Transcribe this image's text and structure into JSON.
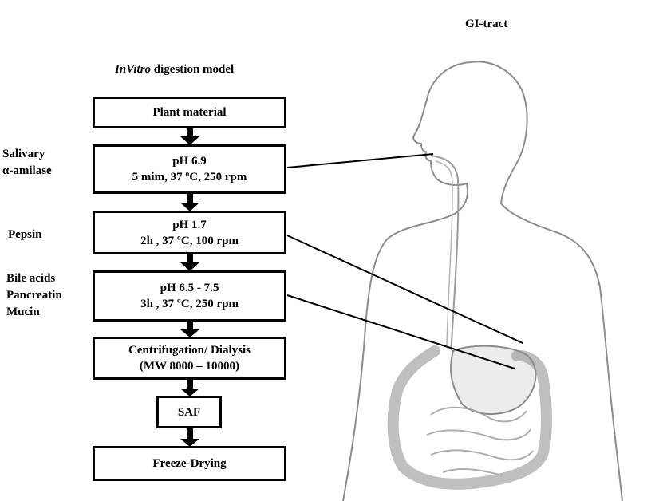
{
  "gi_label": "GI-tract",
  "model_title": {
    "italic": "InVitro",
    "rest": " digestion model"
  },
  "steps": [
    {
      "lines": [
        "Plant material"
      ]
    },
    {
      "lines": [
        "pH 6.9",
        "5 mim, 37 ºC, 250 rpm"
      ]
    },
    {
      "lines": [
        "pH 1.7",
        "2h , 37 ºC, 100 rpm"
      ]
    },
    {
      "lines": [
        "pH 6.5 - 7.5",
        "3h , 37 ºC, 250 rpm"
      ]
    },
    {
      "lines": [
        "Centrifugation/ Dialysis",
        "(MW 8000 – 10000)"
      ]
    },
    {
      "lines": [
        "SAF"
      ]
    },
    {
      "lines": [
        "Freeze-Drying"
      ]
    }
  ],
  "side_labels": {
    "salivary": [
      "Salivary",
      "α-amilase"
    ],
    "pepsin": [
      "Pepsin"
    ],
    "bile": [
      "Bile acids",
      "Pancreatin",
      "Mucin"
    ]
  }
}
